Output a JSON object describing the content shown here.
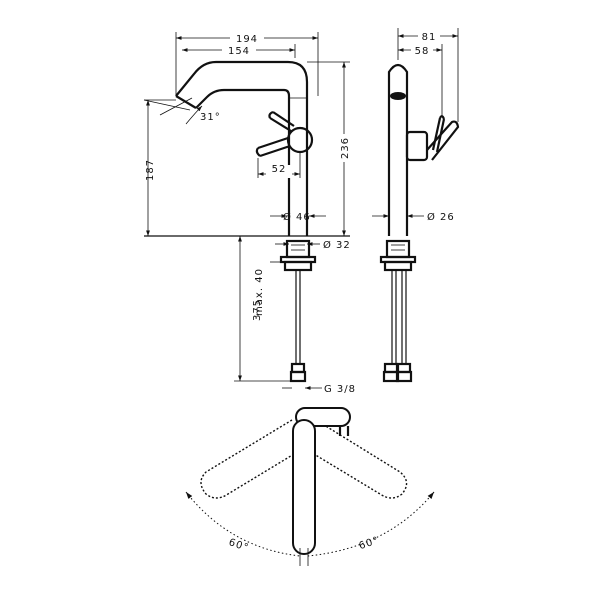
{
  "dimensions": {
    "width_total": "194",
    "width_reach": "154",
    "spout_angle": "31°",
    "lever_offset": "52",
    "spout_height": "187",
    "total_height": "236",
    "body_diameter": "Ø 46",
    "shank_diameter": "Ø 32",
    "mount_depth": "375",
    "max_depth": "max. 40",
    "connection": "G 3/8",
    "side_depth": "81",
    "side_lever": "58",
    "side_diameter": "Ø 26",
    "rotation_left": "60°",
    "rotation_right": "60°"
  }
}
